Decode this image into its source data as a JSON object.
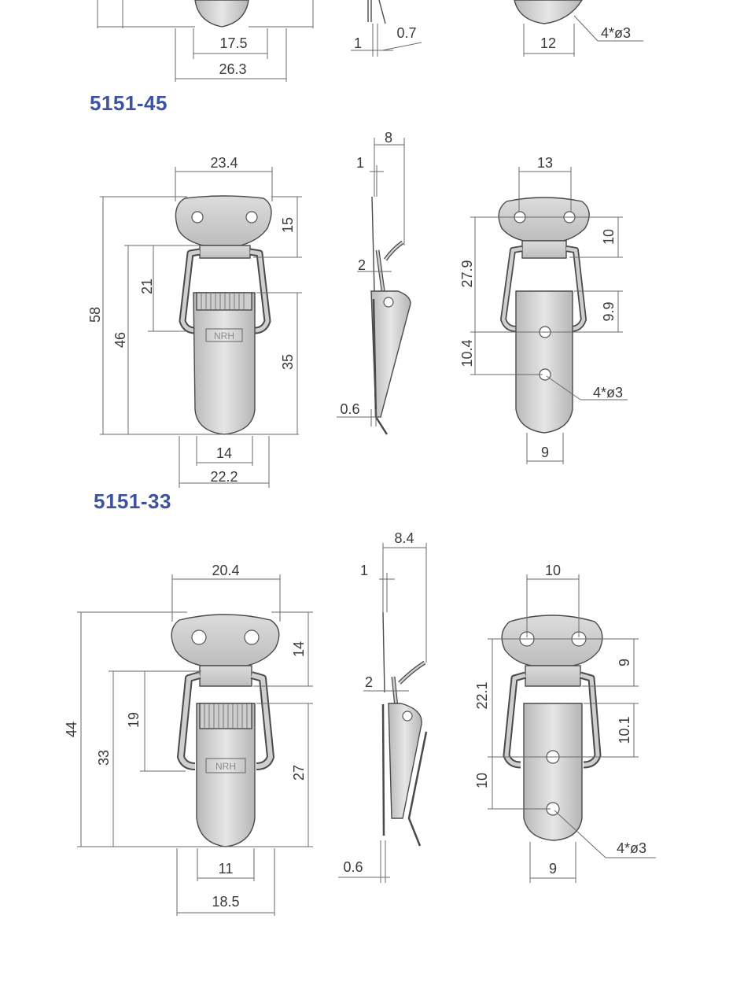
{
  "colors": {
    "title": "#3d52a0",
    "metal_light": "#e4e4e4",
    "metal_mid": "#c9c9c9",
    "metal_dark": "#9d9d9d",
    "line": "#6a6a6a"
  },
  "top_partial": {
    "front": {
      "d175": "17.5",
      "d263": "26.3"
    },
    "side": {
      "d1": "1",
      "d07": "0.7"
    },
    "back": {
      "d12": "12",
      "holes": "4*ø3"
    }
  },
  "models": [
    {
      "name": "5151-45",
      "front": {
        "width_top": "23.4",
        "plate_height": "15",
        "hook_height": "21",
        "total_height": "58",
        "latch_height": "46",
        "body_height": "35",
        "width_bottom": "14",
        "width_total": "22.2"
      },
      "side": {
        "depth": "8",
        "t1": "1",
        "t2": "2",
        "thickness": "0.6"
      },
      "back": {
        "hole_span": "13",
        "d_top": "10",
        "d_a": "27.9",
        "d_b": "9.9",
        "d_c": "10.4",
        "holes": "4*ø3",
        "hole_span_bottom": "9"
      }
    },
    {
      "name": "5151-33",
      "front": {
        "width_top": "20.4",
        "plate_height": "14",
        "hook_height": "19",
        "total_height": "44",
        "latch_height": "33",
        "body_height": "27",
        "width_bottom": "11",
        "width_total": "18.5"
      },
      "side": {
        "depth": "8.4",
        "t1": "1",
        "t2": "2",
        "thickness": "0.6"
      },
      "back": {
        "hole_span": "10",
        "d_top": "9",
        "d_a": "22.1",
        "d_b": "10.1",
        "d_c": "10",
        "holes": "4*ø3",
        "hole_span_bottom": "9"
      }
    }
  ]
}
